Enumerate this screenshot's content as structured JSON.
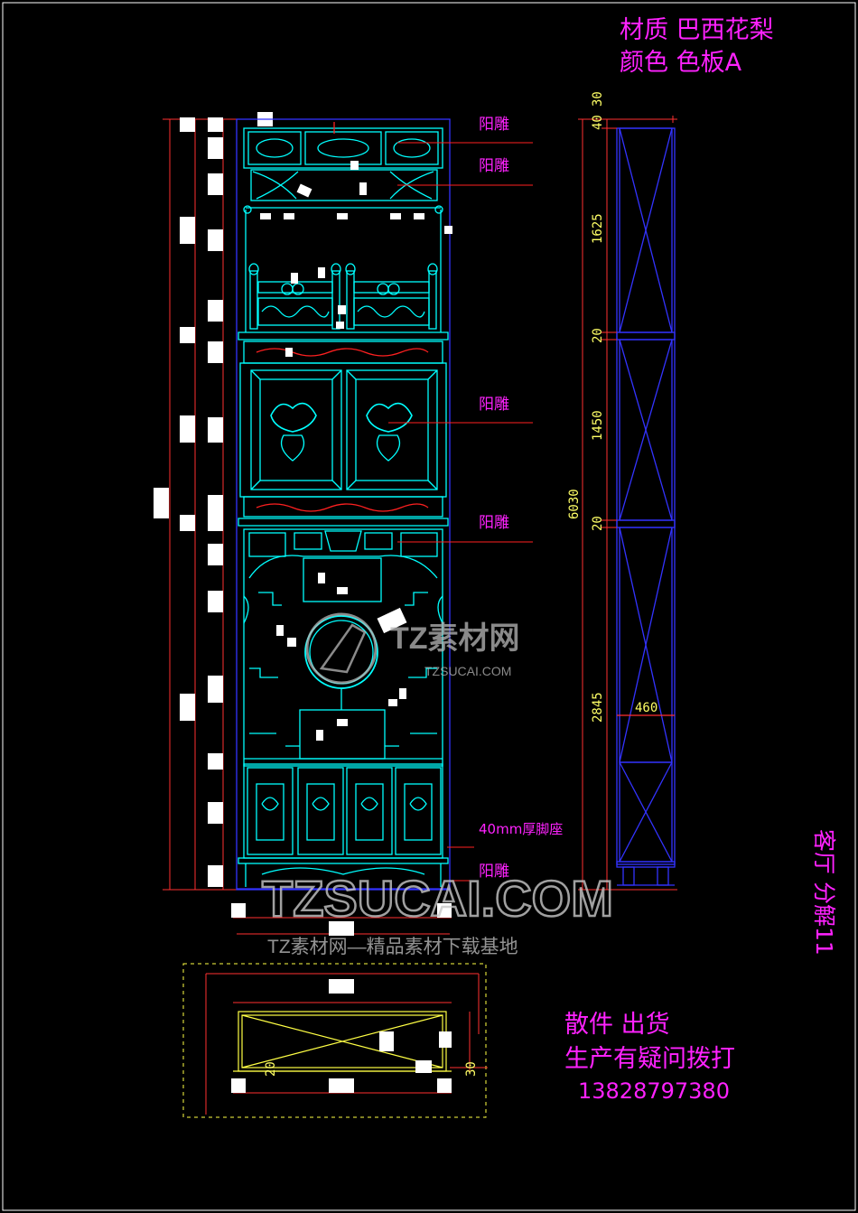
{
  "header": {
    "material": "材质 巴西花梨",
    "color": "颜色 色板A"
  },
  "annotations": {
    "relief_1": "阳雕",
    "relief_2": "阳雕",
    "relief_3": "阳雕",
    "relief_4": "阳雕",
    "relief_5": "阳雕",
    "base_note": "40mm厚脚座"
  },
  "side_dimensions": {
    "d30": "30",
    "d40": "40",
    "d1625": "1625",
    "d20a": "20",
    "d1450": "1450",
    "d20b": "20",
    "d2845": "2845",
    "total": "6030",
    "width": "460"
  },
  "plan_dimensions": {
    "d20": "20",
    "d30": "30"
  },
  "footer": {
    "line1": "散件 出货",
    "line2": "生产有疑问拨打",
    "phone": "13828797380"
  },
  "side_title": "客厅 分解11",
  "watermarks": {
    "brand_1": "TZ素材网",
    "domain_1": "TZSUCAI.COM",
    "brand_2": "TZSUCAI.COM",
    "slogan": "TZ素材网—精品素材下载基地"
  },
  "colors": {
    "background": "#000000",
    "cyan_lines": "#00ffff",
    "blue_lines": "#3333ff",
    "magenta_text": "#ff22ff",
    "red_lines": "#ff2020",
    "yellow_lines": "#ffff44"
  }
}
